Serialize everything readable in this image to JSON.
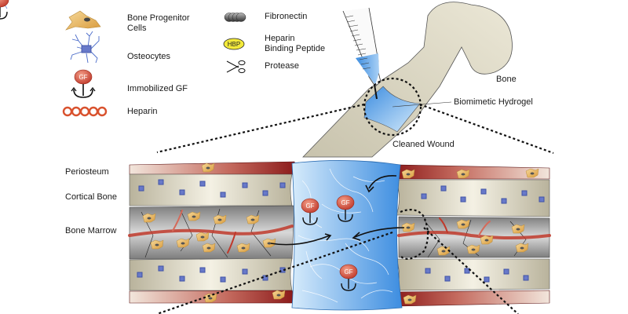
{
  "legend": {
    "left": [
      {
        "icon": "bone-progenitor-cell-icon",
        "label_line1": "Bone Progenitor",
        "label_line2": "Cells"
      },
      {
        "icon": "osteocyte-icon",
        "label_line1": "Osteocytes"
      },
      {
        "icon": "immobilized-gf-icon",
        "label_line1": "Immobilized GF",
        "icon_text": "GF"
      },
      {
        "icon": "heparin-icon",
        "label_line1": "Heparin"
      }
    ],
    "right": [
      {
        "icon": "fibronectin-icon",
        "label_line1": "Fibronectin"
      },
      {
        "icon": "hbp-icon",
        "label_line1": "Heparin",
        "label_line2": "Binding Peptide",
        "icon_text": "HBP"
      },
      {
        "icon": "scissors-icon",
        "label_line1": "Protease"
      }
    ]
  },
  "bone_labels": {
    "bone": "Bone",
    "hydrogel": "Biomimetic Hydrogel",
    "wound": "Cleaned Wound"
  },
  "layer_labels": {
    "periosteum": "Periosteum",
    "cortical": "Cortical Bone",
    "marrow": "Bone Marrow"
  },
  "gf_label": "GF",
  "colors": {
    "periosteum": "#8b1a1a",
    "cortical": "#d6d2bf",
    "marrow": "#9a9a9a",
    "hydrogel": "#4a98e0",
    "cell": "#e8b860",
    "osteocyte": "#5a6fc0",
    "vessel": "#c0392b",
    "heparin": "#d9522e",
    "hbp": "#f3ea3a"
  }
}
